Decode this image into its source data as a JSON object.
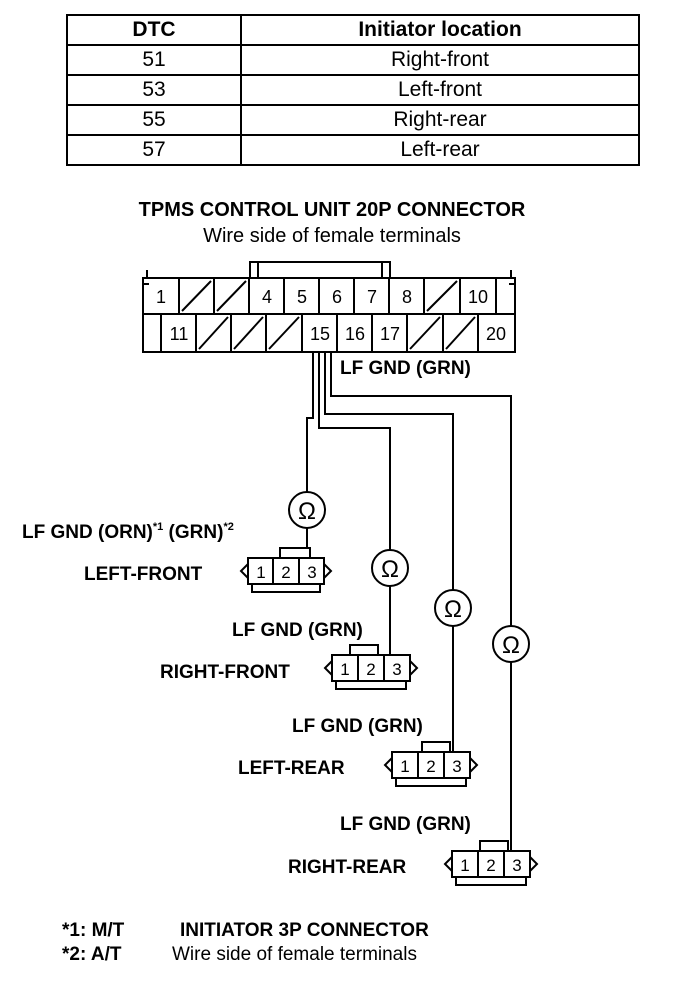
{
  "table": {
    "headers": [
      "DTC",
      "Initiator location"
    ],
    "rows": [
      {
        "dtc": "51",
        "location": "Right-front"
      },
      {
        "dtc": "53",
        "location": "Left-front"
      },
      {
        "dtc": "55",
        "location": "Right-rear"
      },
      {
        "dtc": "57",
        "location": "Left-rear"
      }
    ]
  },
  "control_unit": {
    "title": "TPMS CONTROL UNIT 20P CONNECTOR",
    "subtitle": "Wire side of female terminals",
    "top_row": [
      "1",
      "",
      "",
      "4",
      "5",
      "6",
      "7",
      "8",
      "",
      "10"
    ],
    "bottom_row": [
      "",
      "11",
      "",
      "",
      "",
      "15",
      "16",
      "17",
      "",
      "",
      "20"
    ],
    "wire_label": "LF GND (GRN)"
  },
  "meter_symbol": "Ω",
  "initiators": [
    {
      "name": "LEFT-FRONT",
      "wire_label": "LF GND (ORN)",
      "wire_label_note1": "*1",
      "wire_label_mid": " (GRN)",
      "wire_label_note2": "*2",
      "pins": [
        "1",
        "2",
        "3"
      ]
    },
    {
      "name": "RIGHT-FRONT",
      "wire_label": "LF GND (GRN)",
      "pins": [
        "1",
        "2",
        "3"
      ]
    },
    {
      "name": "LEFT-REAR",
      "wire_label": "LF GND (GRN)",
      "pins": [
        "1",
        "2",
        "3"
      ]
    },
    {
      "name": "RIGHT-REAR",
      "wire_label": "LF GND (GRN)",
      "pins": [
        "1",
        "2",
        "3"
      ]
    }
  ],
  "footnotes": [
    {
      "mark": "*1: M/T"
    },
    {
      "mark": "*2: A/T"
    }
  ],
  "initiator_connector": {
    "title": "INITIATOR 3P CONNECTOR",
    "subtitle": "Wire side of female terminals"
  }
}
